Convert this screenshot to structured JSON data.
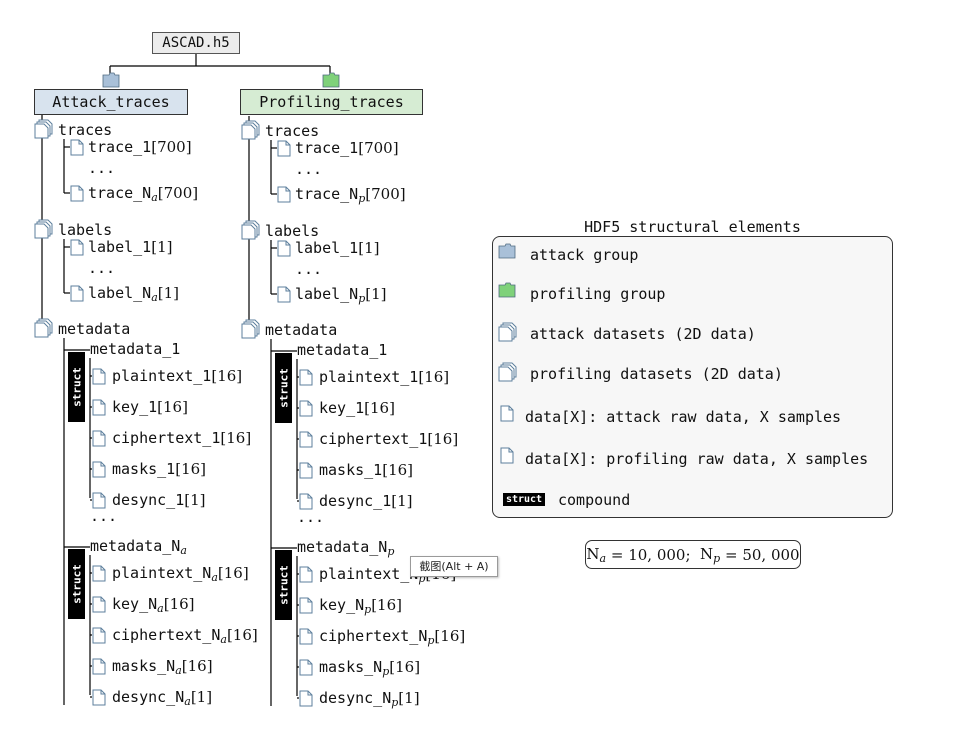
{
  "root_file": "ASCAD.h5",
  "groups": [
    {
      "label": "Attack_traces",
      "sub_var": "a",
      "color": "#a9c0d8",
      "traces": {
        "label": "traces",
        "first": "trace_1",
        "first_dim": "[700]",
        "ellipsis": "...",
        "last": "trace_N",
        "last_dim": "[700]"
      },
      "labels": {
        "label": "labels",
        "first": "label_1",
        "first_dim": "[1]",
        "ellipsis": "...",
        "last": "label_N",
        "last_dim": "[1]"
      },
      "metadata": {
        "label": "metadata",
        "struct_tag": "struct",
        "record_ellipsis": "...",
        "first_record": {
          "name": "metadata_1",
          "fields": [
            {
              "name": "plaintext_1",
              "dim": "[16]"
            },
            {
              "name": "key_1",
              "dim": "[16]"
            },
            {
              "name": "ciphertext_1",
              "dim": "[16]"
            },
            {
              "name": "masks_1",
              "dim": "[16]"
            },
            {
              "name": "desync_1",
              "dim": "[1]"
            }
          ]
        },
        "last_record": {
          "name": "metadata_N",
          "fields": [
            {
              "name": "plaintext_N",
              "dim": "[16]"
            },
            {
              "name": "key_N",
              "dim": "[16]"
            },
            {
              "name": "ciphertext_N",
              "dim": "[16]"
            },
            {
              "name": "masks_N",
              "dim": "[16]"
            },
            {
              "name": "desync_N",
              "dim": "[1]"
            }
          ]
        }
      }
    },
    {
      "label": "Profiling_traces",
      "sub_var": "p",
      "color": "#7fd17a",
      "traces": {
        "label": "traces",
        "first": "trace_1",
        "first_dim": "[700]",
        "ellipsis": "...",
        "last": "trace_N",
        "last_dim": "[700]"
      },
      "labels": {
        "label": "labels",
        "first": "label_1",
        "first_dim": "[1]",
        "ellipsis": "...",
        "last": "label_N",
        "last_dim": "[1]"
      },
      "metadata": {
        "label": "metadata",
        "struct_tag": "struct",
        "record_ellipsis": "...",
        "first_record": {
          "name": "metadata_1",
          "fields": [
            {
              "name": "plaintext_1",
              "dim": "[16]"
            },
            {
              "name": "key_1",
              "dim": "[16]"
            },
            {
              "name": "ciphertext_1",
              "dim": "[16]"
            },
            {
              "name": "masks_1",
              "dim": "[16]"
            },
            {
              "name": "desync_1",
              "dim": "[1]"
            }
          ]
        },
        "last_record": {
          "name": "metadata_N",
          "fields": [
            {
              "name": "plaintext_N",
              "dim": "[16]"
            },
            {
              "name": "key_N",
              "dim": "[16]"
            },
            {
              "name": "ciphertext_N",
              "dim": "[16]"
            },
            {
              "name": "masks_N",
              "dim": "[16]"
            },
            {
              "name": "desync_N",
              "dim": "[1]"
            }
          ]
        }
      }
    }
  ],
  "legend": {
    "title": "HDF5 structural elements",
    "items": [
      {
        "icon": "attack-group-folder-icon",
        "label": "attack group"
      },
      {
        "icon": "profiling-group-folder-icon",
        "label": "profiling group"
      },
      {
        "icon": "attack-datasets-stack-icon",
        "label": "attack datasets (2D data)"
      },
      {
        "icon": "profiling-datasets-stack-icon",
        "label": "profiling datasets (2D data)"
      },
      {
        "icon": "attack-data-file-icon",
        "label": "data[X]: attack raw data, X samples"
      },
      {
        "icon": "profiling-data-file-icon",
        "label": "data[X]: profiling raw data, X samples"
      },
      {
        "icon": "struct-tag-icon",
        "tag": "struct",
        "label": "compound"
      }
    ]
  },
  "formula": {
    "na_letter": "N",
    "na_sub": "a",
    "na_value": " = 10, 000;  ",
    "np_letter": "N",
    "np_sub": "p",
    "np_value": " = 50, 000"
  },
  "tooltip": "截图(Alt + A)",
  "colors": {
    "attack_box": "#d8e3ee",
    "profiling_box": "#d6ecd3",
    "attack_folder": "#a9c0d8",
    "profiling_folder": "#7fd17a",
    "struct_tag": "#000000",
    "root_box": "#ececec"
  }
}
